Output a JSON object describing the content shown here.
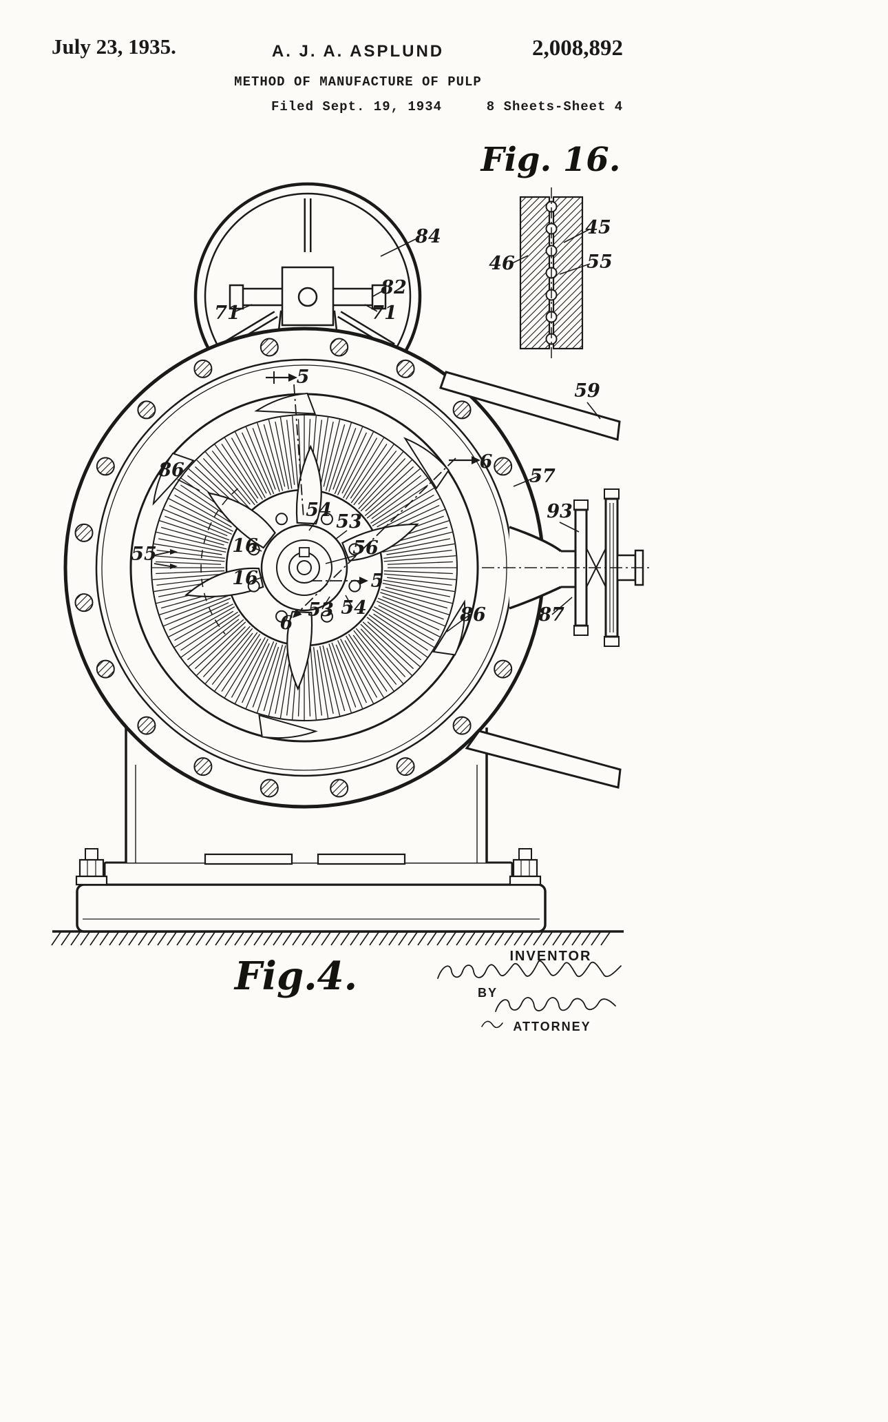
{
  "page": {
    "ink_color": "#1a1a18",
    "paper_color": "#fcfbf8",
    "document_type": "patent-drawing-sheet"
  },
  "header": {
    "date": "July 23, 1935.",
    "inventor_name": "A. J. A. ASPLUND",
    "patent_number": "2,008,892",
    "invention_title": "METHOD OF MANUFACTURE OF PULP",
    "filed_line": "Filed Sept. 19, 1934",
    "sheet_line": "8 Sheets-Sheet 4"
  },
  "fig16": {
    "title": "Fig. 16.",
    "labels": [
      "45",
      "55",
      "46"
    ]
  },
  "fig4": {
    "title": "Fig.4.",
    "labels": [
      "84",
      "82",
      "71",
      "71",
      "5",
      "59",
      "6",
      "57",
      "86",
      "93",
      "54",
      "53",
      "55",
      "16",
      "56",
      "16",
      "5",
      "53",
      "54",
      "6",
      "86",
      "87"
    ]
  },
  "footer": {
    "inventor_label": "INVENTOR",
    "by_label": "BY",
    "attorney_label": "ATTORNEY"
  }
}
